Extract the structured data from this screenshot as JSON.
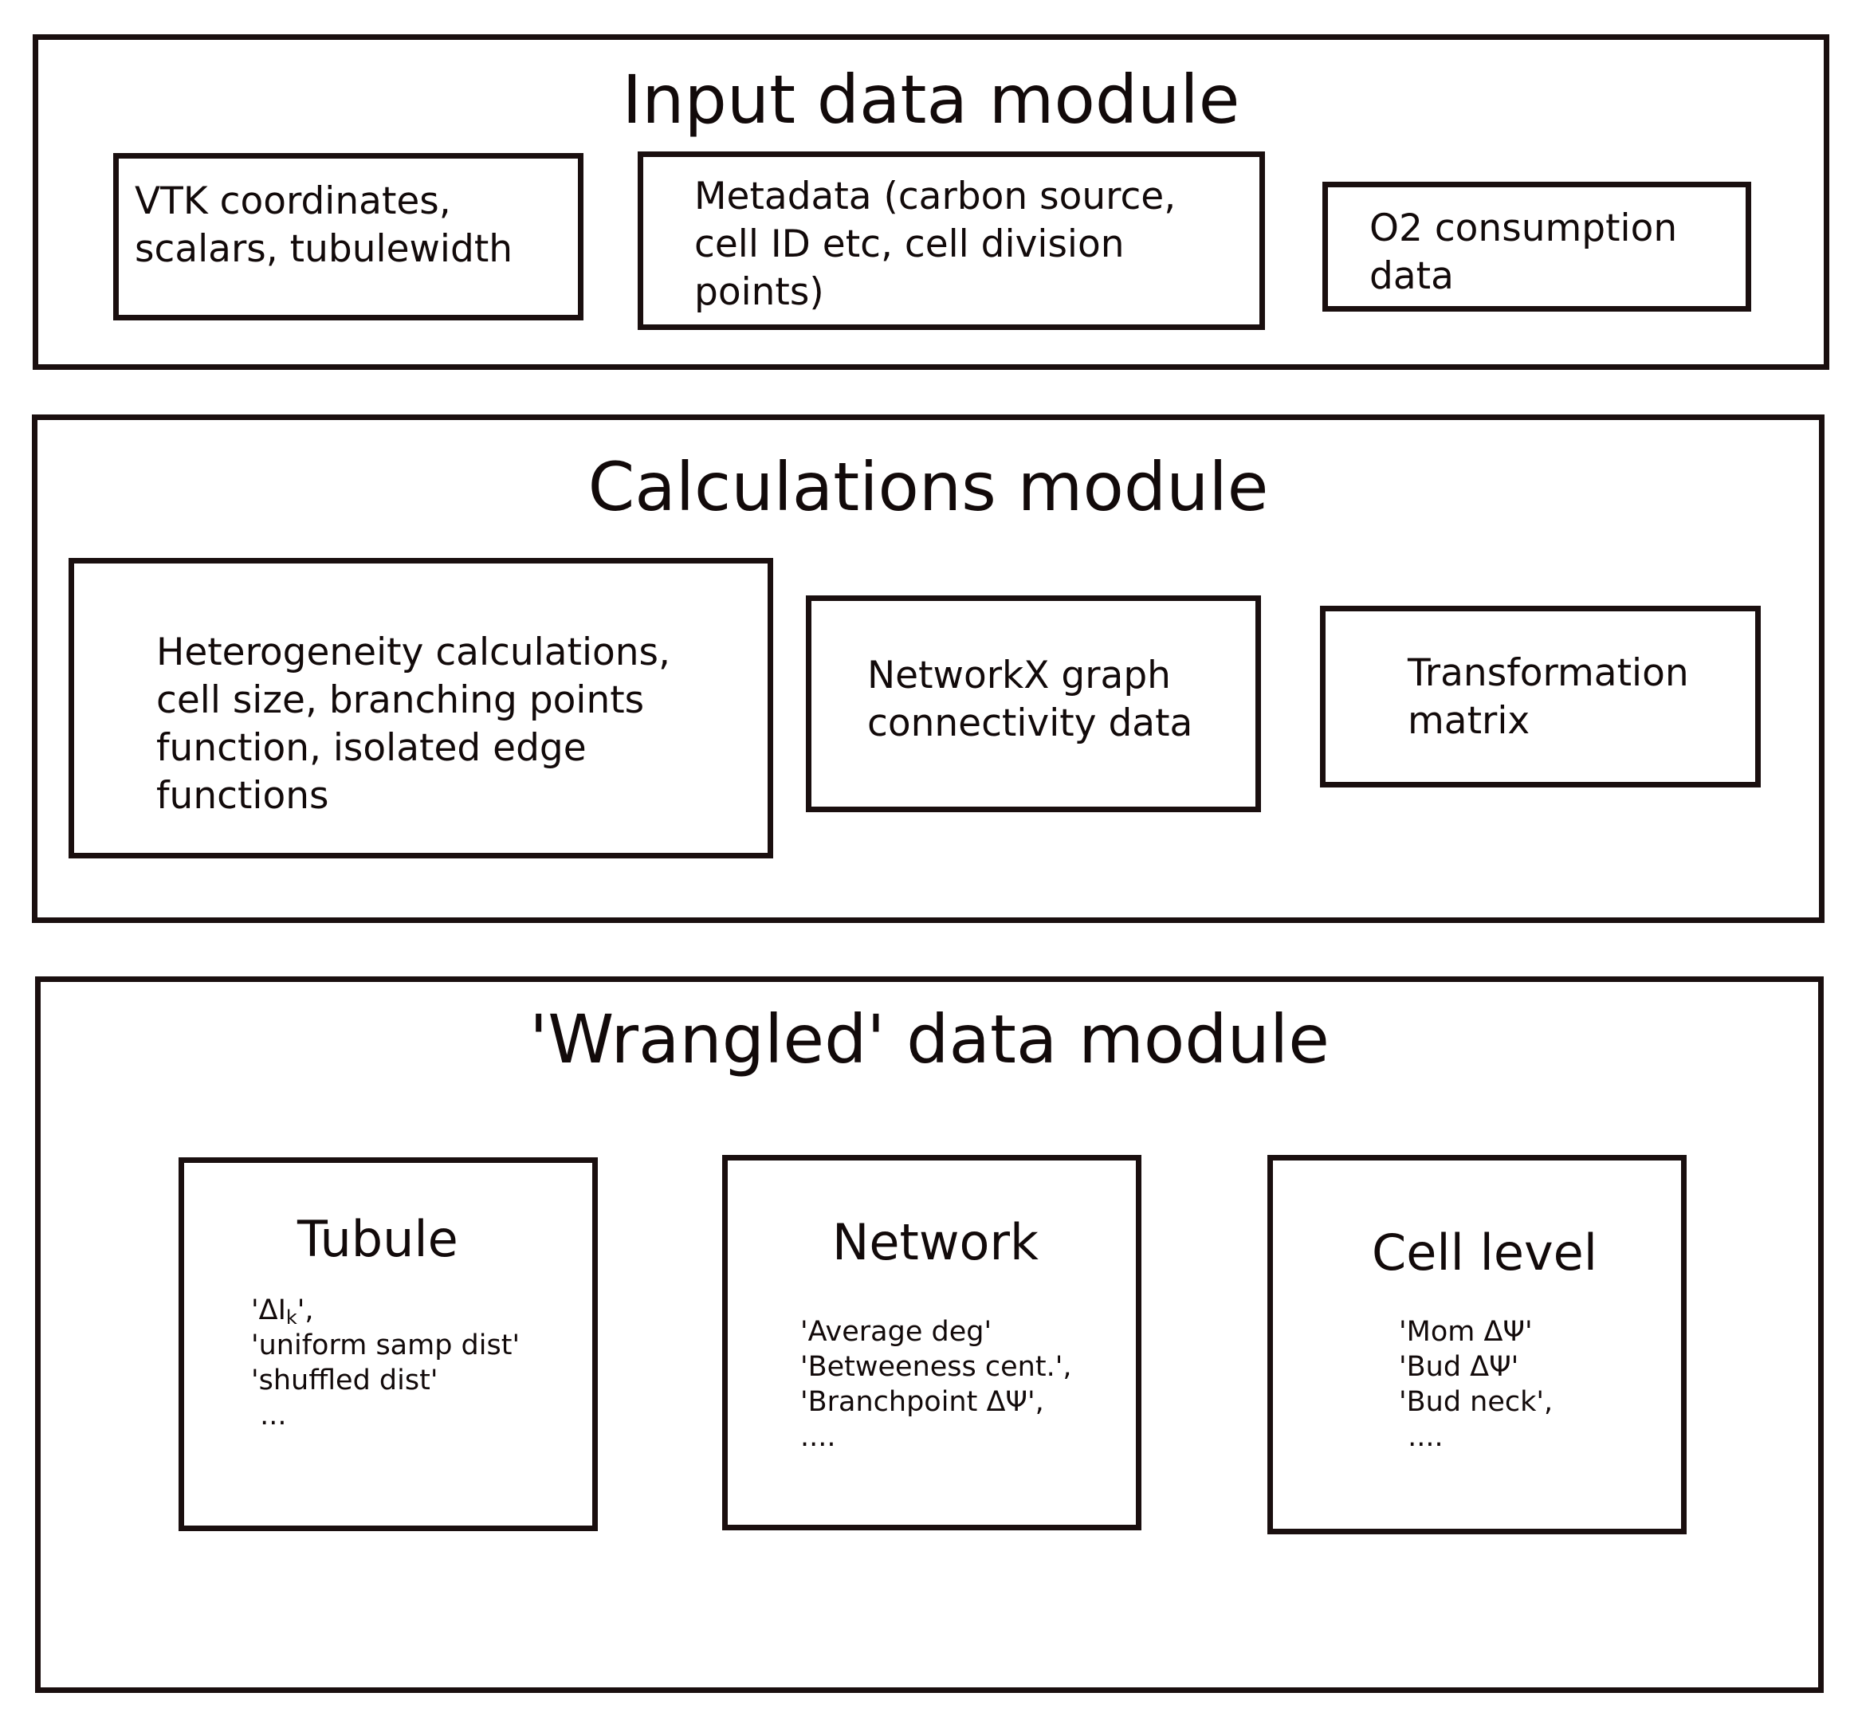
{
  "modules": {
    "input": {
      "title": "Input data module",
      "boxes": [
        "VTK coordinates,\nscalars, tubulewidth",
        "Metadata (carbon source,\ncell ID etc, cell division\npoints)",
        "O2 consumption\ndata"
      ]
    },
    "calculations": {
      "title": "Calculations module",
      "boxes": [
        "Heterogeneity calculations,\ncell size, branching points\nfunction, isolated edge\nfunctions",
        "NetworkX graph\nconnectivity data",
        "Transformation\nmatrix"
      ]
    },
    "wrangled": {
      "title": "'Wrangled' data module",
      "groups": [
        {
          "title": "Tubule",
          "items": [
            "'ΔI",
            "k",
            "',",
            "'uniform samp dist'",
            "'shuffled dist'",
            " ..."
          ]
        },
        {
          "title": "Network",
          "items": [
            "'Average deg'",
            "'Betweeness cent.',",
            "'Branchpoint ΔΨ',",
            "...."
          ]
        },
        {
          "title": "Cell level",
          "items": [
            "'Mom ΔΨ'",
            "'Bud ΔΨ'",
            "'Bud neck',",
            " ...."
          ]
        }
      ]
    }
  },
  "colors": {
    "border": "#1a0f0f",
    "text": "#120a0a",
    "background": "#ffffff"
  }
}
